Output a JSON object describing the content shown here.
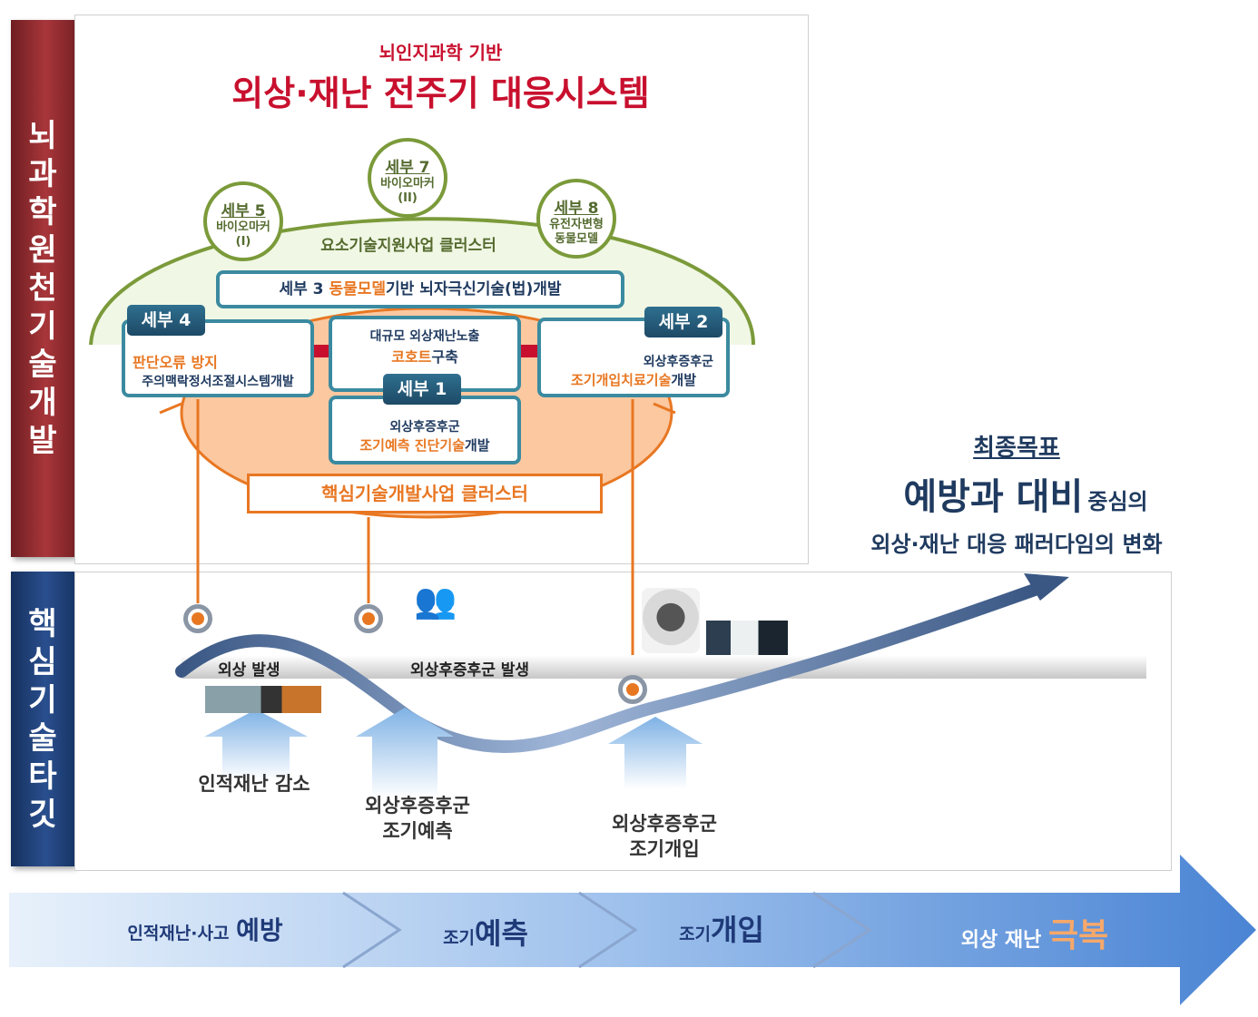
{
  "left_labels": {
    "top": [
      "뇌",
      "과",
      "학",
      "원",
      "천",
      "기",
      "술",
      "개",
      "발"
    ],
    "bottom": [
      "핵",
      "심",
      "기",
      "술",
      "타",
      "깃"
    ]
  },
  "title": {
    "subtitle": "뇌인지과학 기반",
    "main": "외상·재난 전주기 대응시스템"
  },
  "satellites": [
    {
      "head": "세부 5",
      "text": "바이오마커",
      "sub": "(I)"
    },
    {
      "head": "세부 7",
      "text": "바이오마커",
      "sub": "(II)"
    },
    {
      "head": "세부 8",
      "text": "유전자변형",
      "sub": "동물모델"
    }
  ],
  "clusters": {
    "support": "요소기술지원사업 클러스터",
    "core": "핵심기술개발사업 클러스터"
  },
  "detail3": {
    "prefix": "세부 3 ",
    "accent": "동물모델",
    "suffix": "기반 뇌자극신기술(법)개발"
  },
  "detail4": {
    "tag": "세부 4",
    "line1": "판단오류 방지",
    "line2": "주의맥락정서조절시스템개발"
  },
  "center_top": {
    "line1": "대규모 외상재난노출",
    "accent": "코호트",
    "suffix": "구축"
  },
  "detail1": {
    "tag": "세부 1",
    "line1": "외상후증후군",
    "accent": "조기예측 진단기술",
    "suffix": "개발"
  },
  "detail2": {
    "tag": "세부 2",
    "line1": "외상후증후군",
    "accent": "조기개입치료기술",
    "suffix": "개발"
  },
  "goal": {
    "label": "최종목표",
    "big": "예방과 대비",
    "small": "중심의",
    "line2": "외상·재난 대응 패러다임의 변화"
  },
  "timeline": {
    "event1": "외상 발생",
    "event2": "외상후증후군 발생"
  },
  "targets": [
    {
      "lines": [
        "인적재난 감소"
      ]
    },
    {
      "lines": [
        "외상후증후군",
        "조기예측"
      ]
    },
    {
      "lines": [
        "외상후증후군",
        "조기개입"
      ]
    }
  ],
  "bottom_flow": [
    {
      "small": "인적재난·사고",
      "big": "예방"
    },
    {
      "small": "조기",
      "big": "예측"
    },
    {
      "small": "조기",
      "big": "개입"
    },
    {
      "small": "외상 재난",
      "big": "극복"
    }
  ],
  "colors": {
    "maroon": "#8e2a2e",
    "navy_label": "#1f3f7a",
    "title_red": "#c8102e",
    "teal": "#3b8aa0",
    "orange": "#e87722",
    "olive": "#7b9a3a",
    "arrow_blue": "#5b8fd4"
  }
}
